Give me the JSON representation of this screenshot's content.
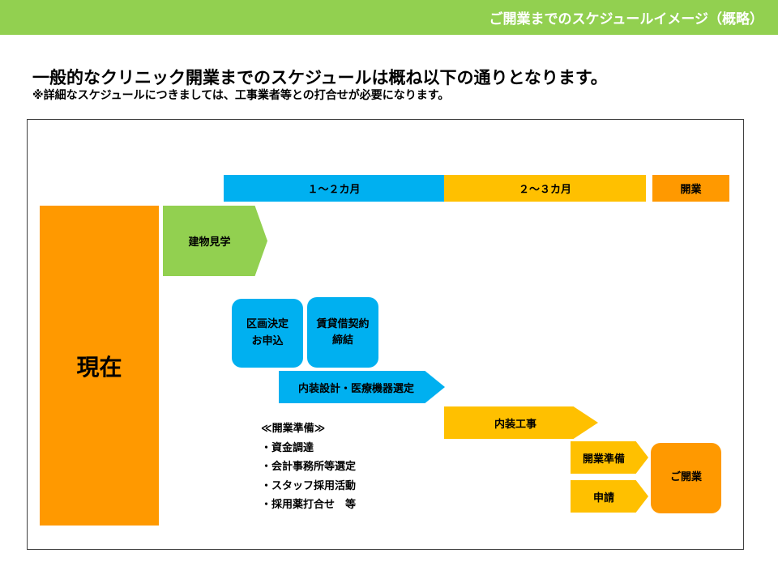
{
  "header": {
    "title": "ご開業までのスケジュールイメージ（概略）"
  },
  "headline": "一般的なクリニック開業までのスケジュールは概ね以下の通りとなります。",
  "subnote": "※詳細なスケジュールにつきましては、工事業者等との打合せが必要になります。",
  "phases": [
    "１～２カ月",
    "２～３カ月",
    "開業"
  ],
  "current_label": "現在",
  "steps": {
    "building_viewing": "建物見学",
    "lot_decision": [
      "区画決定",
      "お申込"
    ],
    "lease_contract": [
      "賃貸借契約",
      "締結"
    ],
    "interior_design": "内装設計・医療機器選定",
    "interior_work": "内装工事",
    "opening_prep": "開業準備",
    "application": "申請",
    "opening": "ご開業"
  },
  "prep_list": {
    "title": "≪開業準備≫",
    "items": [
      "・資金調達",
      "・会計事務所等選定",
      "・スタッフ採用活動",
      "・採用薬打合せ　等"
    ]
  },
  "colors": {
    "header": "#92d050",
    "phase1": "#00b0f0",
    "phase2": "#ffc000",
    "opening": "#ff9900",
    "green": "#92d050"
  }
}
